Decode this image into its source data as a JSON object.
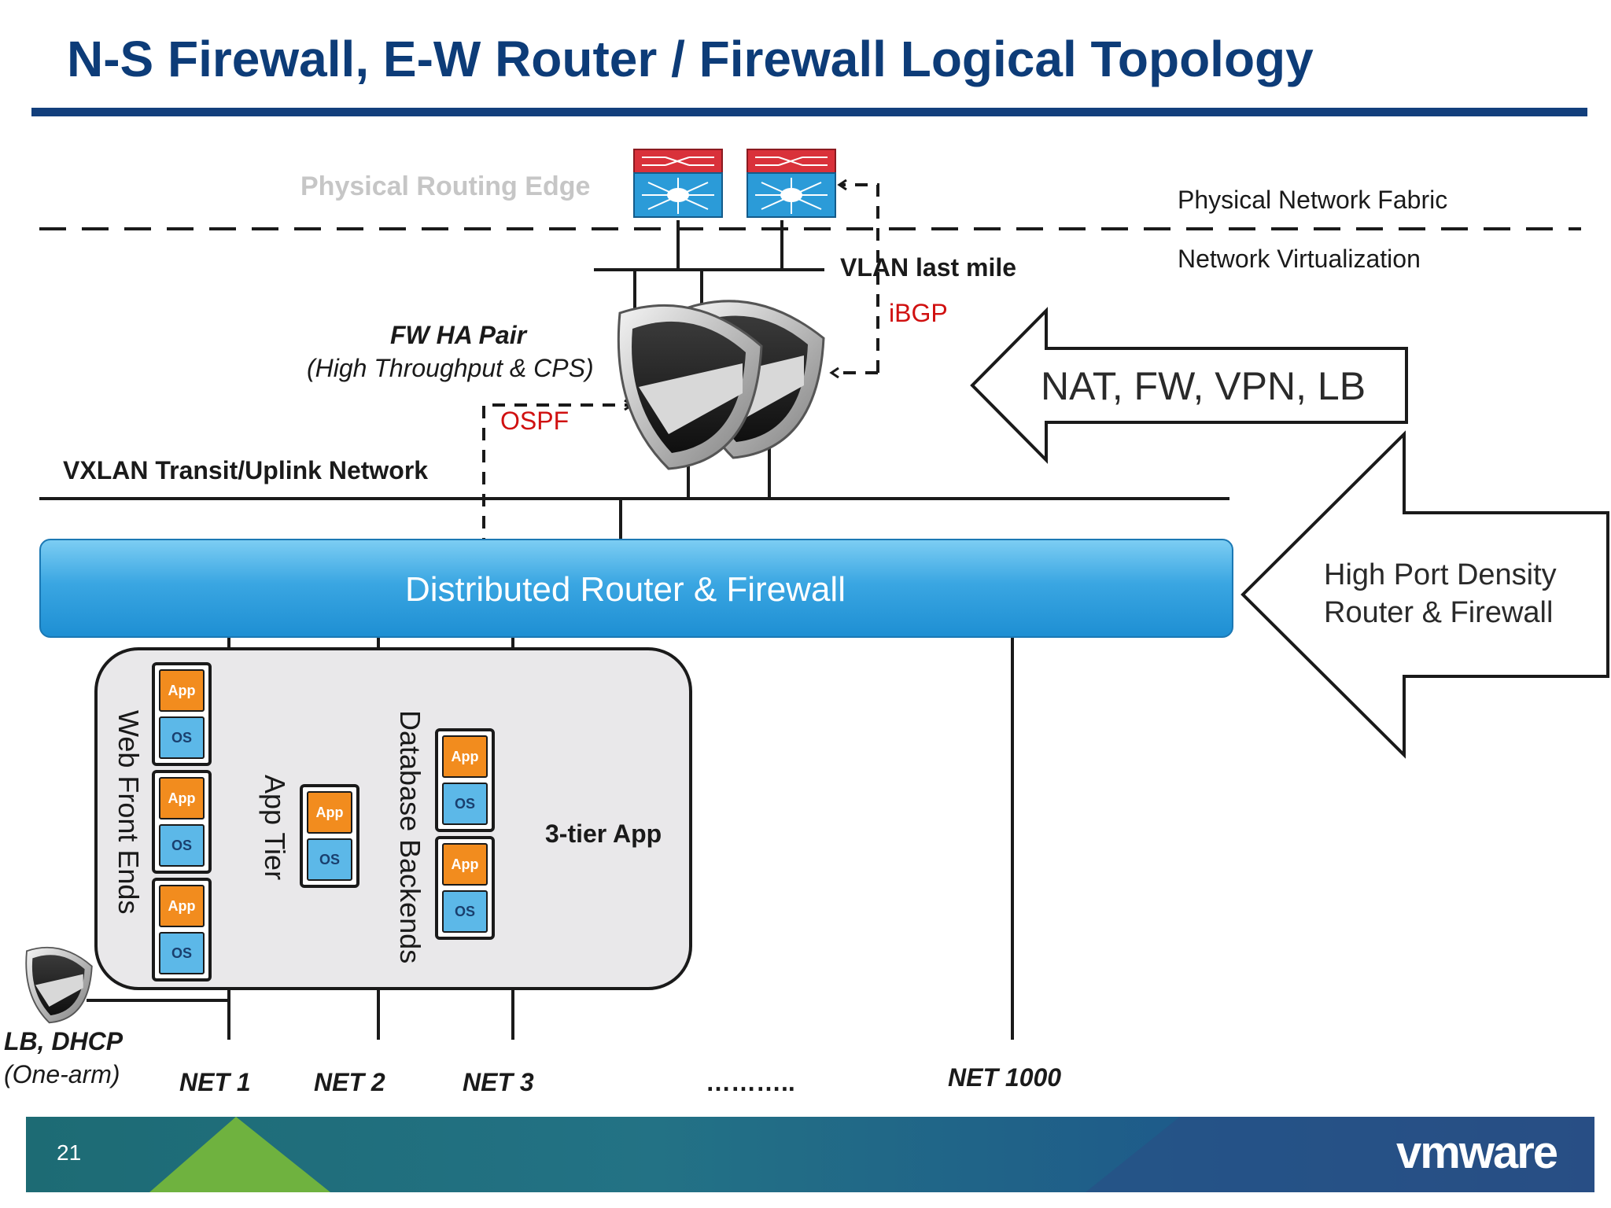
{
  "title": "N-S Firewall, E-W Router / Firewall Logical Topology",
  "labels": {
    "physical_routing_edge": "Physical Routing Edge",
    "physical_network_fabric": "Physical Network Fabric",
    "network_virtualization": "Network Virtualization",
    "vlan_last_mile": "VLAN last mile",
    "ibgp": "iBGP",
    "fw_ha_pair": "FW HA Pair",
    "fw_ha_pair_sub": "(High Throughput & CPS)",
    "ospf": "OSPF",
    "vxlan_transit": "VXLAN Transit/Uplink Network",
    "distributed_router": "Distributed Router & Firewall",
    "web_front_ends": "Web Front Ends",
    "app_tier": "App Tier",
    "database_backends": "Database Backends",
    "three_tier_app": "3-tier App",
    "lb_dhcp": "LB, DHCP",
    "one_arm": "(One-arm)",
    "net1": "NET 1",
    "net2": "NET 2",
    "net3": "NET 3",
    "ellipsis": "………..",
    "net1000": "NET 1000"
  },
  "arrows": {
    "services": "NAT, FW, VPN, LB",
    "density_line1": "High Port Density",
    "density_line2": "Router & Firewall"
  },
  "vm": {
    "app_label": "App",
    "os_label": "OS"
  },
  "footer": {
    "page_number": "21",
    "brand": "vmware"
  },
  "colors": {
    "title": "#0d3c78",
    "router_bar": "#3aa6e2",
    "protocol_text": "#d01010",
    "app_block": "#f28c1e",
    "os_block": "#5cb8e8",
    "switch_red": "#d9313a",
    "switch_blue": "#2b9bd8"
  },
  "icons": [
    "switch-icon",
    "firewall-shield-icon",
    "vm-icon"
  ]
}
